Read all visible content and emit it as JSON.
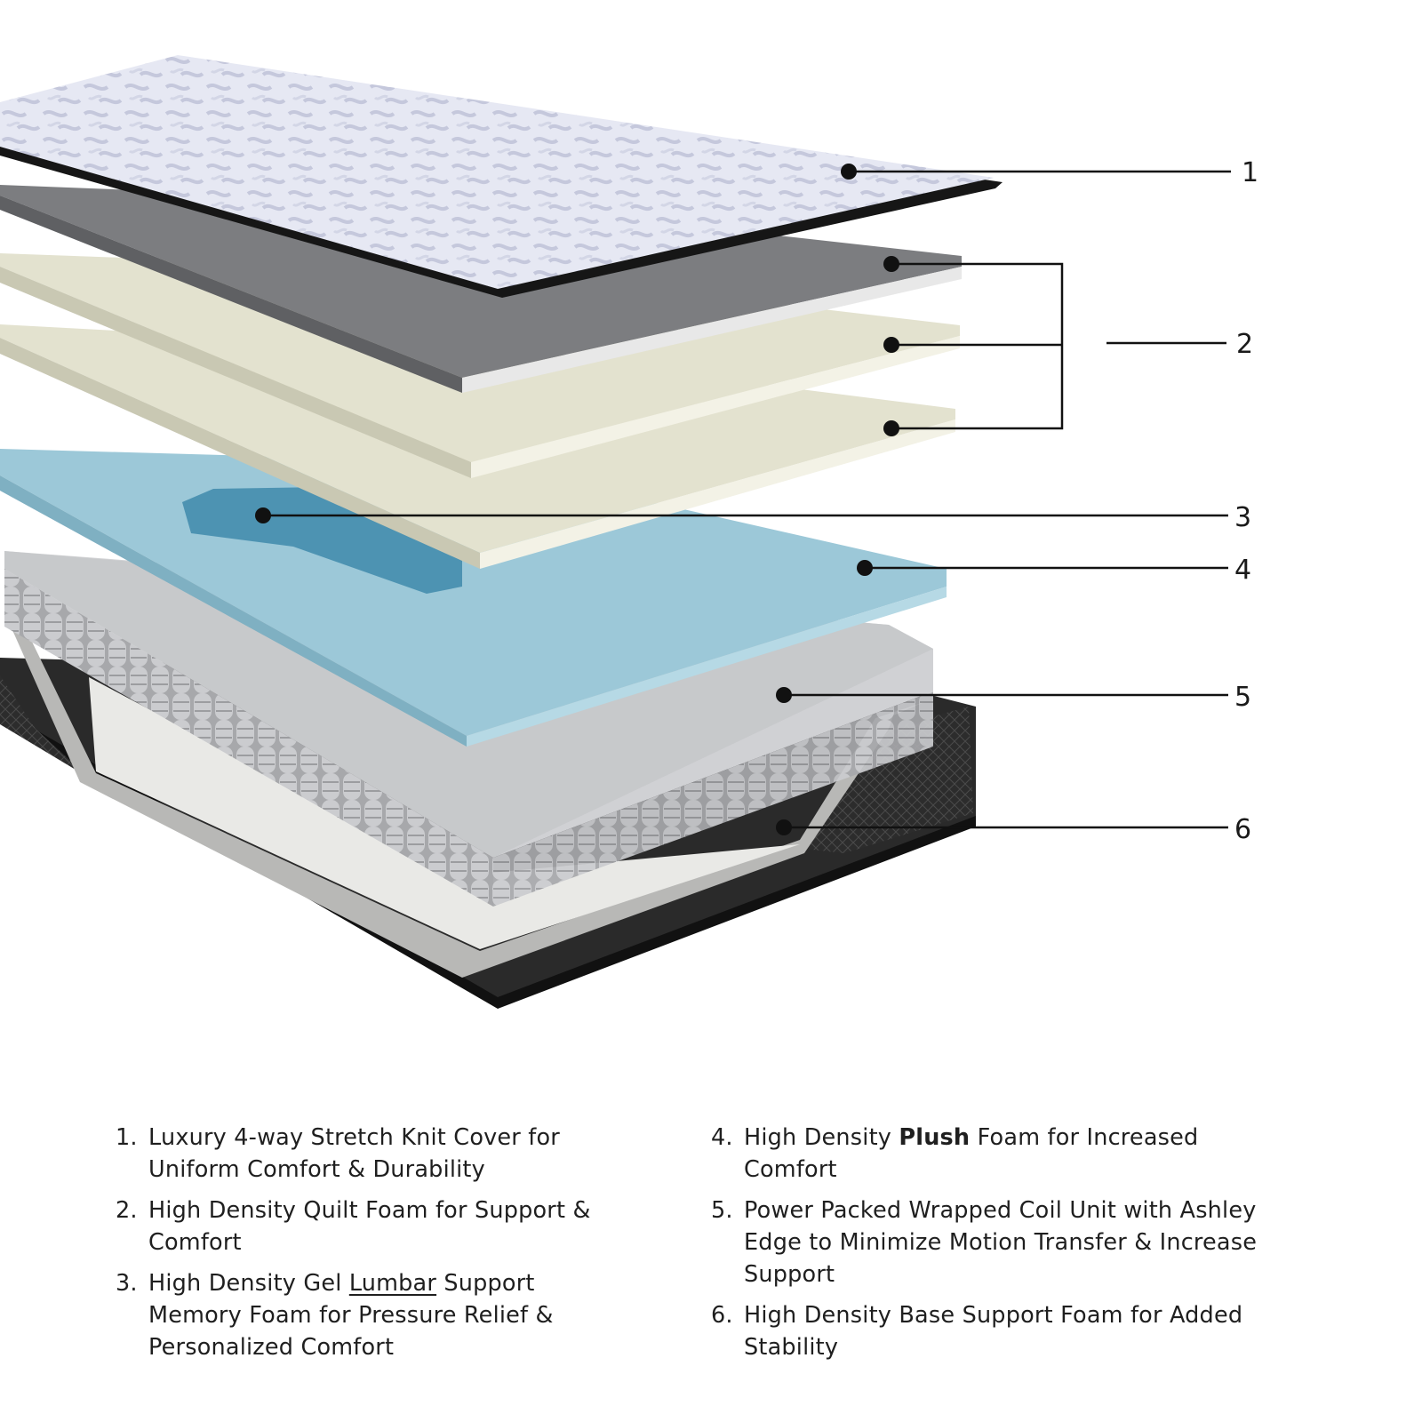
{
  "colors": {
    "cover_top": "#e4e6f2",
    "cover_edge": "#161616",
    "quilt_grey": "#7c7d80",
    "quilt_cream": "#e3e2cf",
    "gel_lumbar": "#4d93b2",
    "plush_blue": "#9cc8d8",
    "coils": "#bfc0c3",
    "base_shell": "#2a2a2a",
    "base_foam": "#e9e9e6"
  },
  "callouts": [
    {
      "number": "1",
      "part": "cover"
    },
    {
      "number": "2",
      "part": "quilt-foam"
    },
    {
      "number": "3",
      "part": "gel-lumbar-foam"
    },
    {
      "number": "4",
      "part": "plush-foam"
    },
    {
      "number": "5",
      "part": "coil-unit"
    },
    {
      "number": "6",
      "part": "base-foam"
    }
  ],
  "legend": {
    "items": [
      {
        "num": "1.",
        "segments": [
          {
            "text": "Luxury 4-way Stretch Knit Cover for Uniform Comfort & Durability"
          }
        ]
      },
      {
        "num": "2.",
        "segments": [
          {
            "text": "High Density Quilt Foam for Support & Comfort"
          }
        ]
      },
      {
        "num": "3.",
        "segments": [
          {
            "text": "High Density Gel "
          },
          {
            "text": "Lumbar",
            "style": "underline"
          },
          {
            "text": " Support Memory Foam for Pressure Relief & Personalized Comfort"
          }
        ]
      },
      {
        "num": "4.",
        "segments": [
          {
            "text": "High Density "
          },
          {
            "text": "Plush",
            "style": "bold"
          },
          {
            "text": " Foam for Increased Comfort"
          }
        ]
      },
      {
        "num": "5.",
        "segments": [
          {
            "text": "Power Packed Wrapped Coil Unit with Ashley Edge to Minimize Motion Transfer & Increase Support"
          }
        ]
      },
      {
        "num": "6.",
        "segments": [
          {
            "text": "High Density Base Support Foam for Added Stability"
          }
        ]
      }
    ]
  }
}
